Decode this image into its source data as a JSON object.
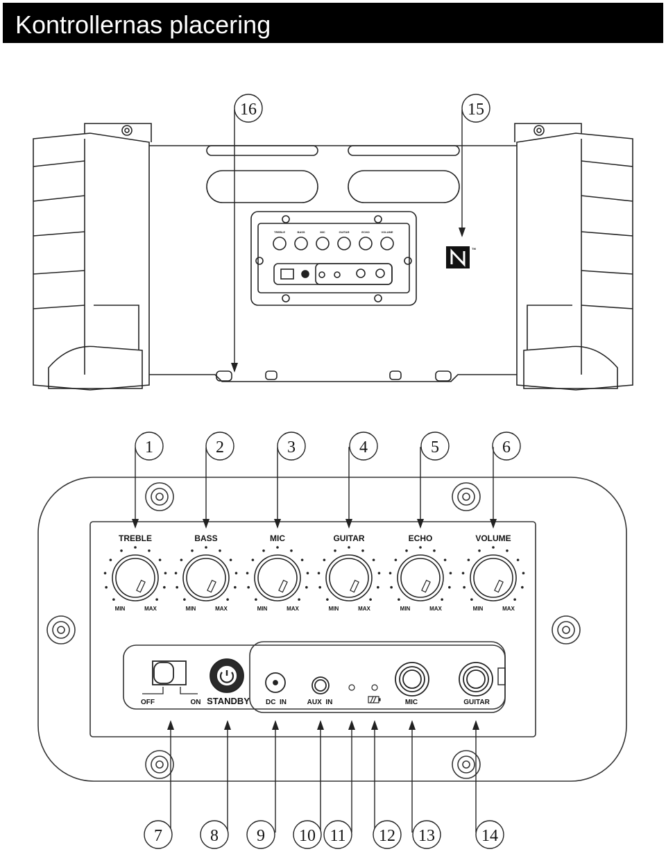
{
  "header": {
    "title": "Kontrollernas placering"
  },
  "callouts": [
    "1",
    "2",
    "3",
    "4",
    "5",
    "6",
    "7",
    "8",
    "9",
    "10",
    "11",
    "12",
    "13",
    "14",
    "15",
    "16"
  ],
  "knobs": [
    {
      "label": "TREBLE",
      "min": "MIN",
      "max": "MAX"
    },
    {
      "label": "BASS",
      "min": "MIN",
      "max": "MAX"
    },
    {
      "label": "MIC",
      "min": "MIN",
      "max": "MAX"
    },
    {
      "label": "GUITAR",
      "min": "MIN",
      "max": "MAX"
    },
    {
      "label": "ECHO",
      "min": "MIN",
      "max": "MAX"
    },
    {
      "label": "VOLUME",
      "min": "MIN",
      "max": "MAX"
    }
  ],
  "lower_panel": {
    "off": "OFF",
    "on": "ON",
    "standby": "STANDBY",
    "dc_in": "DC  IN",
    "aux_in": "AUX  IN",
    "mic": "MIC",
    "guitar": "GUITAR"
  },
  "nfc": {
    "icon": "nfc-icon",
    "tm": "TM"
  }
}
